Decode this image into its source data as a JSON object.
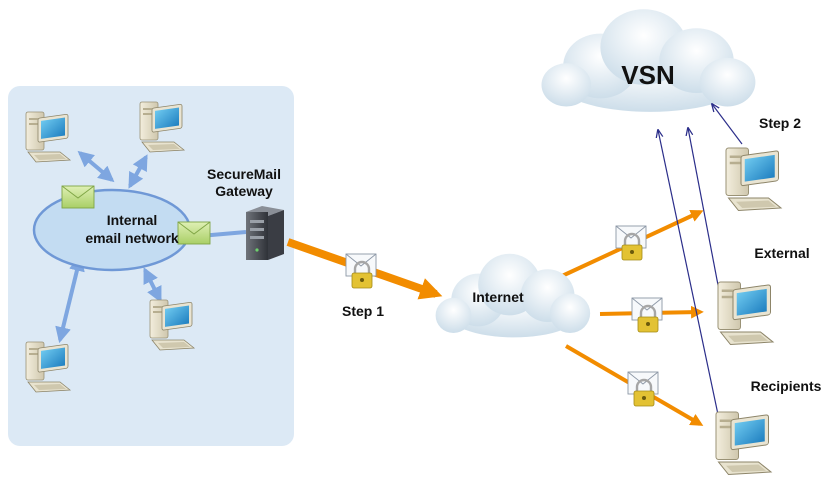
{
  "labels": {
    "internal_network_line1": "Internal",
    "internal_network_line2": "email network",
    "gateway_line1": "SecureMail",
    "gateway_line2": "Gateway",
    "step1": "Step 1",
    "internet": "Internet",
    "vsn": "VSN",
    "step2": "Step 2",
    "external": "External",
    "recipients": "Recipients"
  },
  "colors": {
    "internal_panel": "#dce9f5",
    "network_ellipse": "#c3dcf2",
    "internal_arrow": "#7ea6e0",
    "secure_path": "#f28c00",
    "vsn_line": "#2b2e8a"
  },
  "icons": {
    "computer": "computer-icon",
    "server": "server-icon",
    "envelope": "envelope-icon",
    "locked_envelope": "locked-envelope-icon",
    "cloud": "cloud-icon"
  }
}
